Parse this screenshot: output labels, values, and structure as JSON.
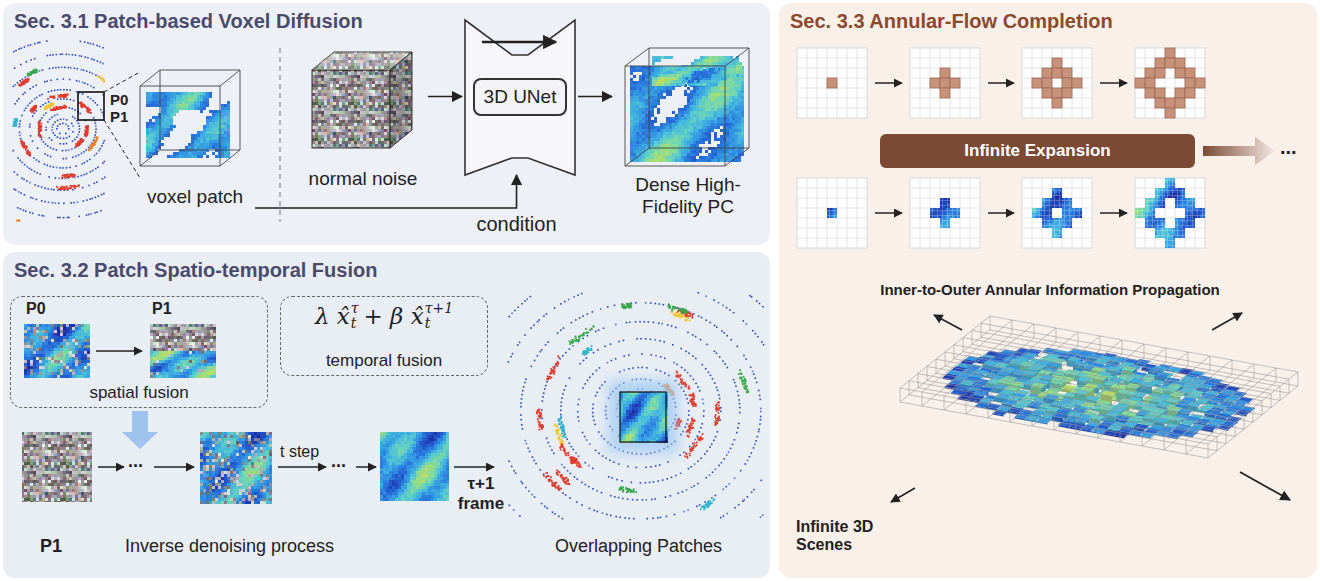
{
  "diagram": {
    "nodes": [
      {
        "text": [
          "Sec. 3.1 Patch-based Voxel Diffusion"
        ]
      },
      {
        "text": [
          "voxel patch"
        ],
        "in": 0
      },
      {
        "text": [
          "normal noise"
        ],
        "in": 0
      },
      {
        "text": [
          "3D UNet"
        ],
        "in": 0
      },
      {
        "text": [
          "Dense High-Fidelity PC"
        ],
        "in": 0
      },
      {
        "text": [
          "Sec. 3.2 Patch Spatio-temporal Fusion"
        ]
      },
      {
        "text": [
          "spatial fusion"
        ],
        "in": 5
      },
      {
        "text": [
          "λ x̂",
          "t",
          "τ",
          "+ β x̂",
          "t",
          "τ+1",
          "temporal fusion"
        ],
        "in": 5
      },
      {
        "text": [
          "Sec. 3.3 Annular-Flow Completion"
        ]
      },
      {
        "text": [
          "Infinite Expansion"
        ],
        "in": 8
      }
    ],
    "edges": [
      {
        "from": 1,
        "to": 3,
        "label": "condition",
        "arrow": "to"
      },
      {
        "from": 2,
        "to": 3,
        "arrow": "to"
      },
      {
        "from": 3,
        "to": 4,
        "arrow": "to"
      }
    ],
    "labels": [
      "P0",
      "P1",
      "P0",
      "P1",
      "P1",
      "...",
      "t step",
      "...",
      "τ+1 frame",
      "Inverse denoising process",
      "Overlapping Patches",
      "...",
      "Inner-to-Outer Annular Information Propagation",
      "Infinite 3D Scenes"
    ]
  }
}
